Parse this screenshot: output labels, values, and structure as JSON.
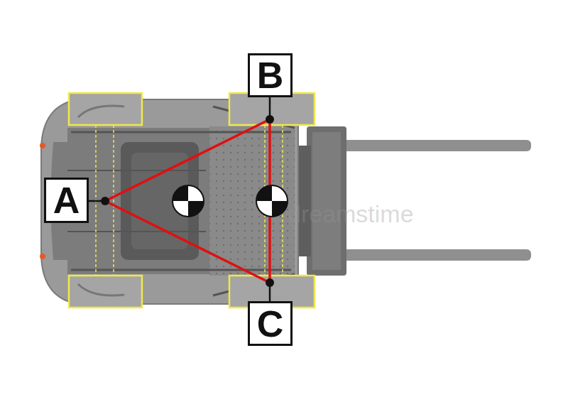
{
  "diagram": {
    "nodes": [
      {
        "text": [
          "A"
        ]
      },
      {
        "text": [
          "B"
        ]
      },
      {
        "text": [
          "C"
        ]
      }
    ],
    "labels": [
      "dreamstime"
    ]
  }
}
